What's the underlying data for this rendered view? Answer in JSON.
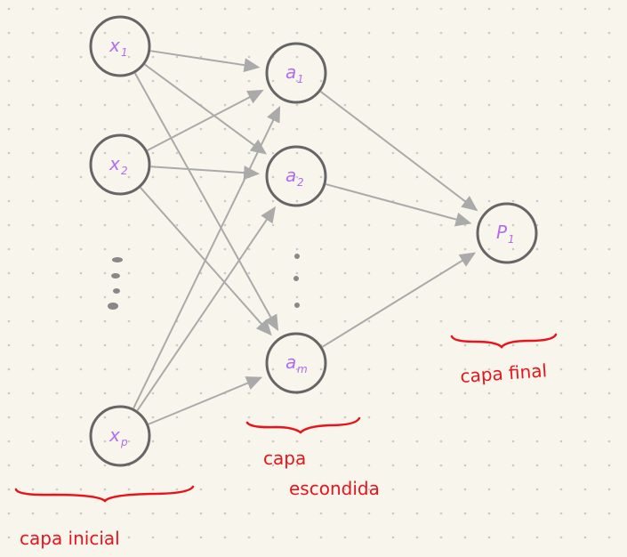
{
  "nodes": {
    "x1": {
      "label": "x",
      "sub": "1"
    },
    "x2": {
      "label": "x",
      "sub": "2"
    },
    "xp": {
      "label": "x",
      "sub": "p"
    },
    "a1": {
      "label": "a",
      "sub": "1"
    },
    "a2": {
      "label": "a",
      "sub": "2"
    },
    "am": {
      "label": "a",
      "sub": "m"
    },
    "p1": {
      "label": "P",
      "sub": "1"
    }
  },
  "edges": [
    [
      "x1",
      "a1"
    ],
    [
      "x1",
      "a2"
    ],
    [
      "x1",
      "am"
    ],
    [
      "x2",
      "a1"
    ],
    [
      "x2",
      "a2"
    ],
    [
      "x2",
      "am"
    ],
    [
      "xp",
      "a1"
    ],
    [
      "xp",
      "a2"
    ],
    [
      "xp",
      "am"
    ],
    [
      "a1",
      "p1"
    ],
    [
      "a2",
      "p1"
    ],
    [
      "am",
      "p1"
    ]
  ],
  "layers": {
    "input": "capa inicial",
    "hidden_1": "capa",
    "hidden_2": "escondida",
    "output": "capa final"
  },
  "colors": {
    "node_label": "#b36cf0",
    "annotation": "#e8141c",
    "edge": "#aaaaaa"
  }
}
